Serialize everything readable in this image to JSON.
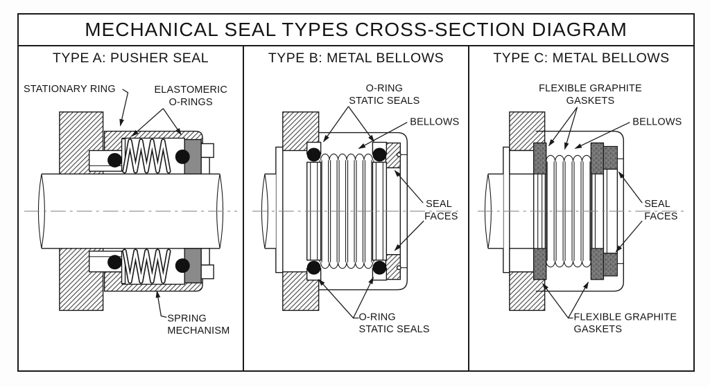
{
  "title": "MECHANICAL SEAL TYPES CROSS-SECTION DIAGRAM",
  "panel_a": {
    "header": "TYPE A: PUSHER SEAL",
    "labels": {
      "stationary_ring": "STATIONARY RING",
      "elastomeric_line1": "ELASTOMERIC",
      "elastomeric_line2": "O-RINGS",
      "spring_line1": "SPRING",
      "spring_line2": "MECHANISM"
    }
  },
  "panel_b": {
    "header": "TYPE B: METAL BELLOWS",
    "labels": {
      "oring_top_line1": "O-RING",
      "oring_top_line2": "STATIC SEALS",
      "bellows": "BELLOWS",
      "seal_line1": "SEAL",
      "seal_line2": "FACES",
      "oring_bottom_line1": "O-RING",
      "oring_bottom_line2": "STATIC SEALS"
    }
  },
  "panel_c": {
    "header": "TYPE C: METAL BELLOWS",
    "labels": {
      "gasket_top_line1": "FLEXIBLE GRAPHITE",
      "gasket_top_line2": "GASKETS",
      "bellows": "BELLOWS",
      "seal_line1": "SEAL",
      "seal_line2": "FACES",
      "gasket_bottom_line1": "FLEXIBLE GRAPHITE",
      "gasket_bottom_line2": "GASKETS"
    }
  },
  "colors": {
    "line": "#1a1a1a",
    "centerline_gray": "#8a8a8a",
    "seal_face_gray": "#8a8a8a",
    "gasket_gray": "#757575",
    "oring_black": "#111111",
    "background": "#ffffff"
  }
}
